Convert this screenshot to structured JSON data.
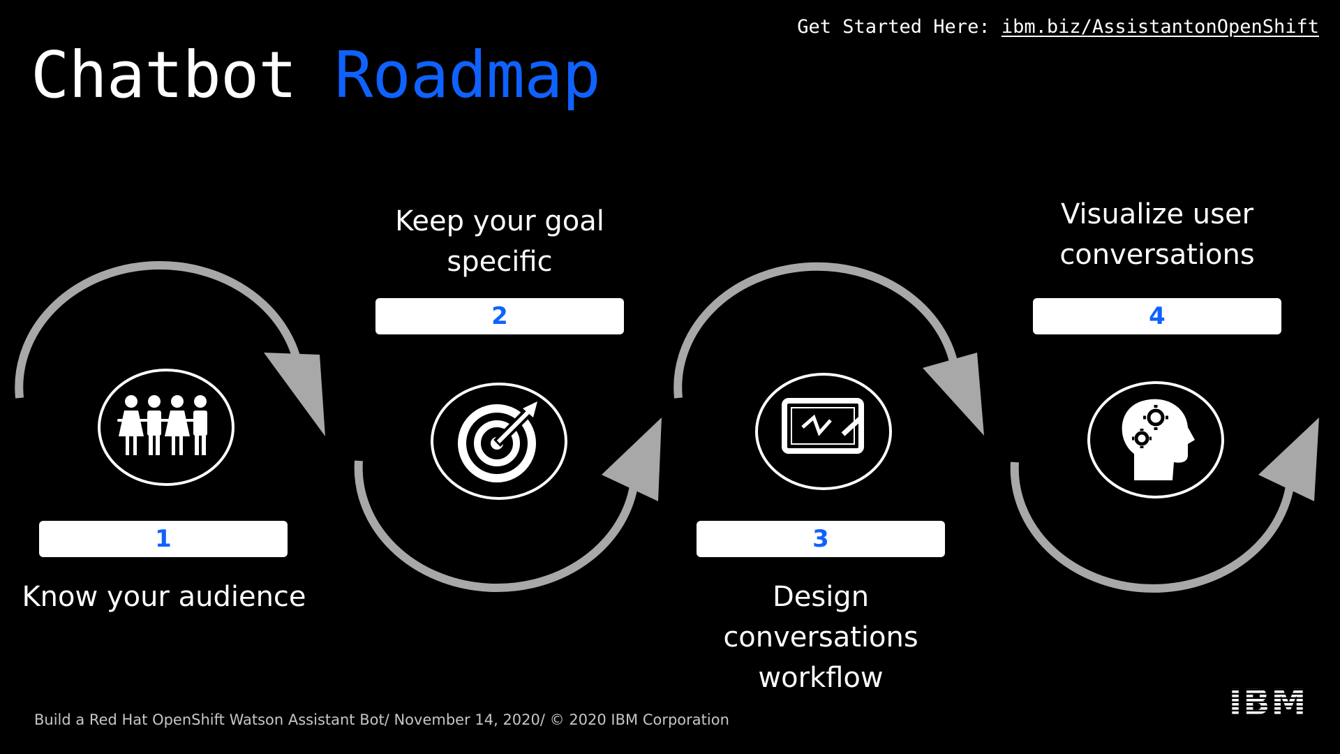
{
  "title": {
    "main": "Chatbot",
    "accent": "Roadmap"
  },
  "header_link": {
    "prefix": "Get Started Here: ",
    "url_text": "ibm.biz/AssistantonOpenShift"
  },
  "steps": [
    {
      "number": "1",
      "label": "Know your audience",
      "icon": "people-icon"
    },
    {
      "number": "2",
      "label": "Keep your goal\nspecific",
      "icon": "target-icon"
    },
    {
      "number": "3",
      "label": "Design\nconversations\nworkflow",
      "icon": "whiteboard-icon"
    },
    {
      "number": "4",
      "label": "Visualize user\nconversations",
      "icon": "head-gears-icon"
    }
  ],
  "footer": "Build a Red Hat OpenShift Watson Assistant Bot/ November 14, 2020/ © 2020 IBM Corporation",
  "logo_text": "IBM",
  "colors": {
    "background": "#000000",
    "accent": "#0f62fe",
    "arrow": "#a8a8a8",
    "text": "#ffffff"
  }
}
